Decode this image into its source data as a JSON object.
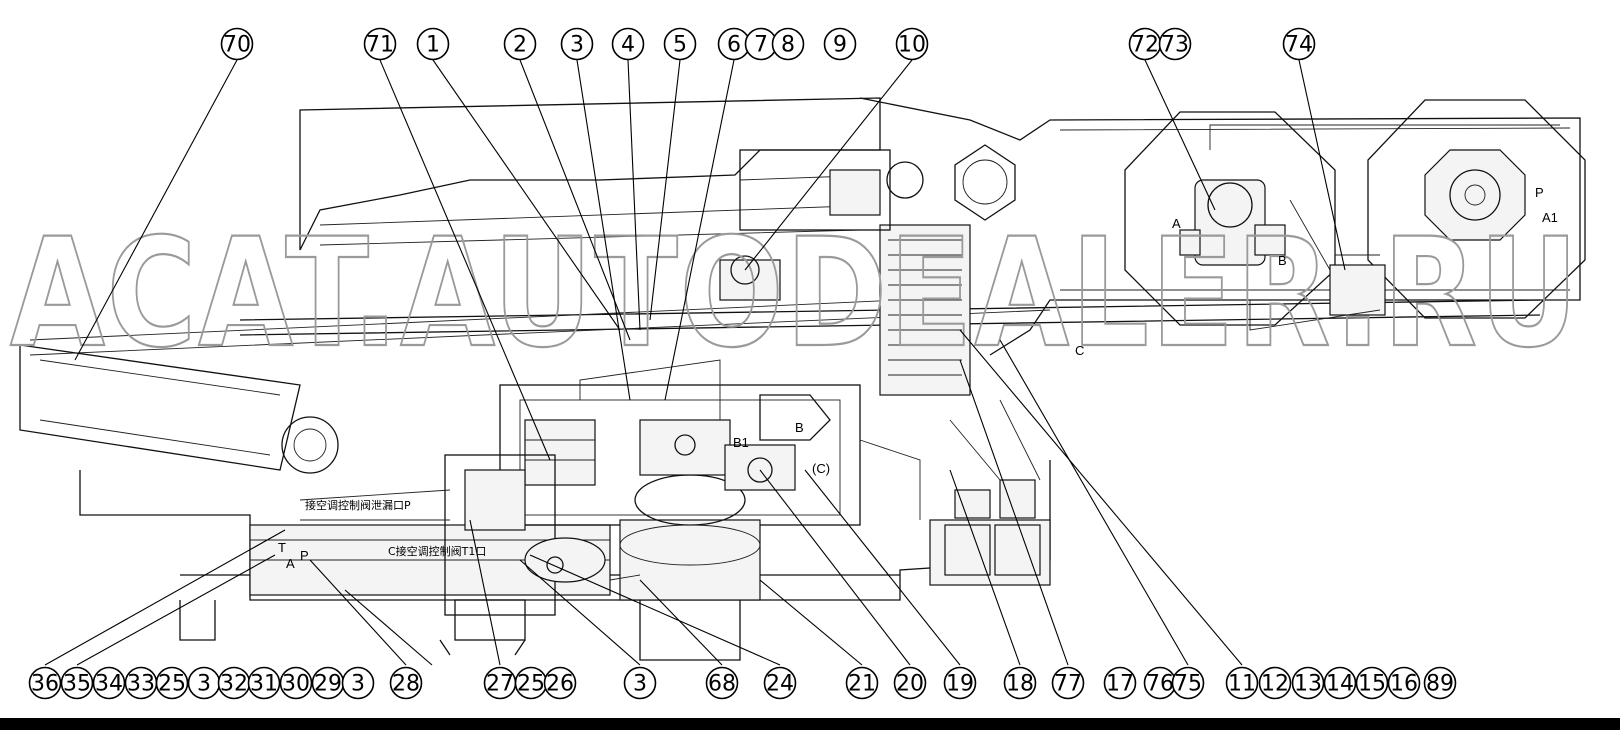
{
  "watermark": "ACAT.AUTODEALER.RU",
  "notes": {
    "note_left": "接空调控制阀泄漏口P",
    "note_center": "C接空调控制阀T1口"
  },
  "ports": {
    "A_right": "A",
    "B_right": "B",
    "P_right": "P",
    "A1_right": "A1",
    "B1_center": "B1",
    "B_center": "B",
    "C_center": "(C)",
    "C_mid": "C",
    "A_left": "A",
    "P_left": "P",
    "T_left": "T"
  },
  "callouts_top": [
    "70",
    "71",
    "1",
    "2",
    "3",
    "4",
    "5",
    "6",
    "7",
    "8",
    "9",
    "10",
    "72",
    "73",
    "74"
  ],
  "callouts_bottom": [
    "36",
    "35",
    "34",
    "33",
    "25",
    "3",
    "32",
    "31",
    "30",
    "29",
    "3",
    "28",
    "27",
    "25",
    "26",
    "3",
    "68",
    "24",
    "21",
    "20",
    "19",
    "18",
    "77",
    "17",
    "76",
    "75",
    "11",
    "12",
    "13",
    "14",
    "15",
    "16",
    "89"
  ]
}
